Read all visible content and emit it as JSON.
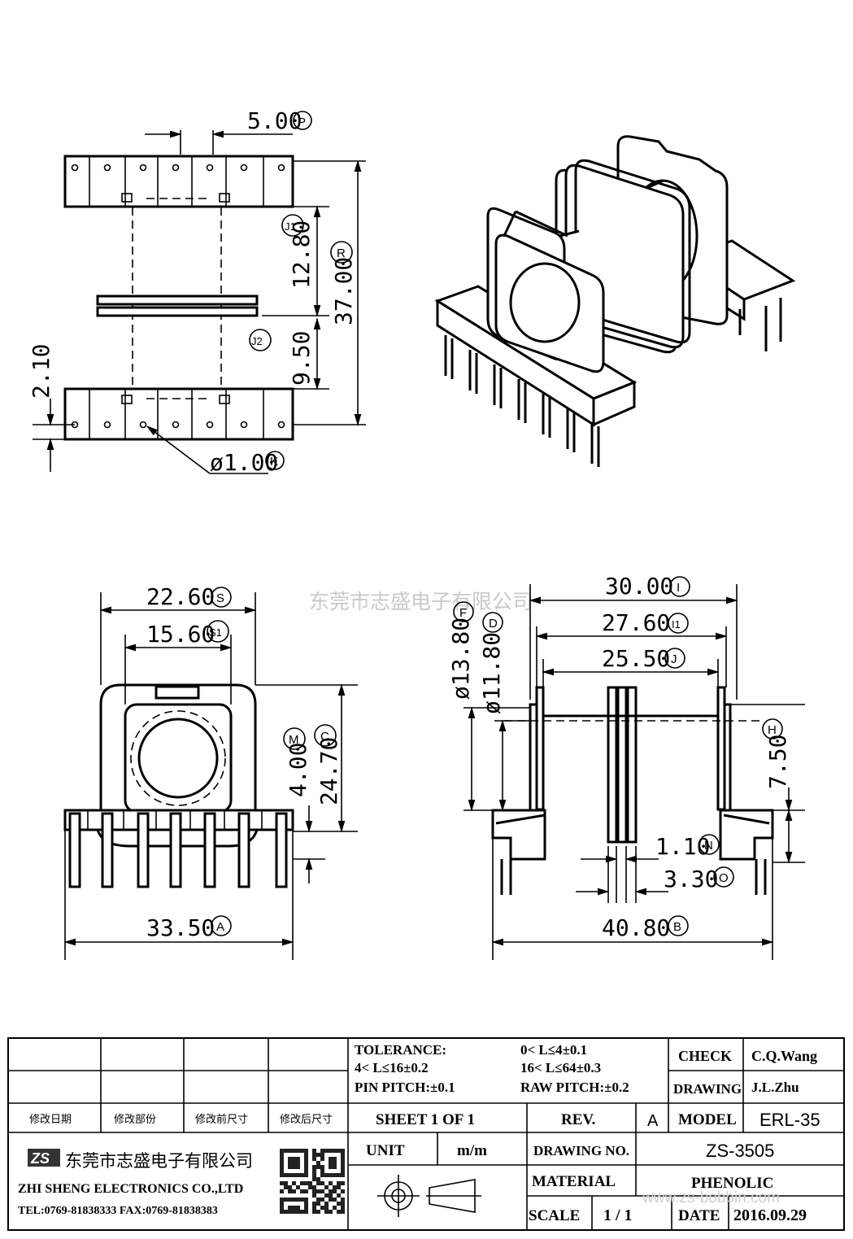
{
  "watermark": "东莞市志盛电子有限公司",
  "dimensions": {
    "pin_pitch": "5.00",
    "pin_pitch_tag": "P",
    "j1": "12.80",
    "j1_tag": "J1",
    "r": "37.00",
    "r_tag": "R",
    "j2": "9.50",
    "j2_tag": "J2",
    "offset": "2.10",
    "pin_dia": "ø1.00",
    "pin_dia_tag": "K",
    "s": "22.60",
    "s_tag": "S",
    "s1": "15.60",
    "s1_tag": "S1",
    "m": "4.00",
    "m_tag": "M",
    "c": "24.70",
    "c_tag": "C",
    "a": "33.50",
    "a_tag": "A",
    "i": "30.00",
    "i_tag": "I",
    "i1": "27.60",
    "i1_tag": "I1",
    "j": "25.50",
    "j_tag": "J",
    "f": "ø13.80",
    "f_tag": "F",
    "d": "ø11.80",
    "d_tag": "D",
    "h": "7.50",
    "h_tag": "H",
    "n": "1.10",
    "n_tag": "N",
    "o": "3.30",
    "o_tag": "O",
    "b": "40.80",
    "b_tag": "B"
  },
  "title_block": {
    "tolerance_label": "TOLERANCE:",
    "tol_1": "0< L≤4±0.1",
    "tol_2": "4< L≤16±0.2",
    "tol_3": "16< L≤64±0.3",
    "pin_pitch_tol": "PIN PITCH:±0.1",
    "raw_pitch_tol": "RAW PITCH:±0.2",
    "check_label": "CHECK",
    "check_value": "C.Q.Wang",
    "drawing_label": "DRAWING",
    "drawing_value": "J.L.Zhu",
    "rev_headers": [
      "修改日期",
      "修改部份",
      "修改前尺寸",
      "修改后尺寸"
    ],
    "sheet": "SHEET 1 OF 1",
    "rev_label": "REV.",
    "rev_value": "A",
    "model_label": "MODEL",
    "model_value": "ERL-35",
    "unit_label": "UNIT",
    "unit_value": "m/m",
    "drawing_no_label": "DRAWING NO.",
    "drawing_no_value": "ZS-3505",
    "material_label": "MATERIAL",
    "material_value": "PHENOLIC",
    "scale_label": "SCALE",
    "scale_value": "1 / 1",
    "date_label": "DATE",
    "date_value": "2016.09.29",
    "company_logo": "ZS",
    "company_cn": "东莞市志盛电子有限公司",
    "company_en": "ZHI SHENG ELECTRONICS CO.,LTD",
    "company_tel": "TEL:0769-81838333 FAX:0769-81838383",
    "website": "www.zs-bobbin.com"
  }
}
